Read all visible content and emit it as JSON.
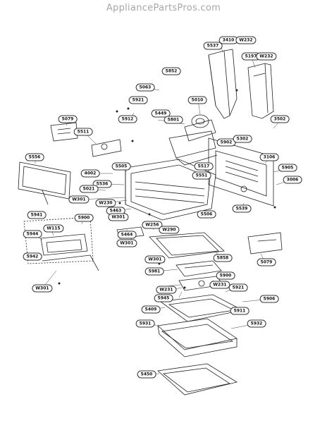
{
  "watermark": "AppliancePartsPros.com",
  "labels": {
    "l3410": "3410",
    "lW232a": "W232",
    "l5537": "5537",
    "l5197": "5197",
    "lW232b": "W232",
    "l5852": "5852",
    "l5063": "5063",
    "l5921": "5921",
    "l5010": "5010",
    "l5912": "5912",
    "l5449": "5449",
    "l5801": "5801",
    "l5079a": "5079",
    "l3502": "3502",
    "l5511": "5511",
    "l5902": "5902",
    "l5302": "5302",
    "l5556": "5556",
    "l3106": "3106",
    "l5517": "5517",
    "l4002": "4002",
    "l5505": "5505",
    "l5551": "5551",
    "l5905": "5905",
    "l5536": "5536",
    "l3006": "3006",
    "l5021": "5021",
    "lW301a": "W301",
    "lW230": "W230",
    "l5463": "5463",
    "l5506": "5506",
    "l5539": "5539",
    "l5941": "5941",
    "l5900a": "5900",
    "lW301b": "W301",
    "lW115": "W115",
    "lW256": "W256",
    "l5944": "5944",
    "lW290": "W290",
    "l5464": "5464",
    "lW301c": "W301",
    "l5942": "5942",
    "l5858": "5858",
    "l5079b": "5079",
    "lW301d": "W301",
    "l5981": "5981",
    "lW301e": "W301",
    "l5900b": "5900",
    "lW231a": "W231",
    "lW231b": "W231",
    "l5921b": "5921",
    "l5945": "5945",
    "l5906": "5906",
    "l5409": "5409",
    "l5911": "5911",
    "l5931": "5931",
    "l5932": "5932",
    "l5450": "5450"
  }
}
